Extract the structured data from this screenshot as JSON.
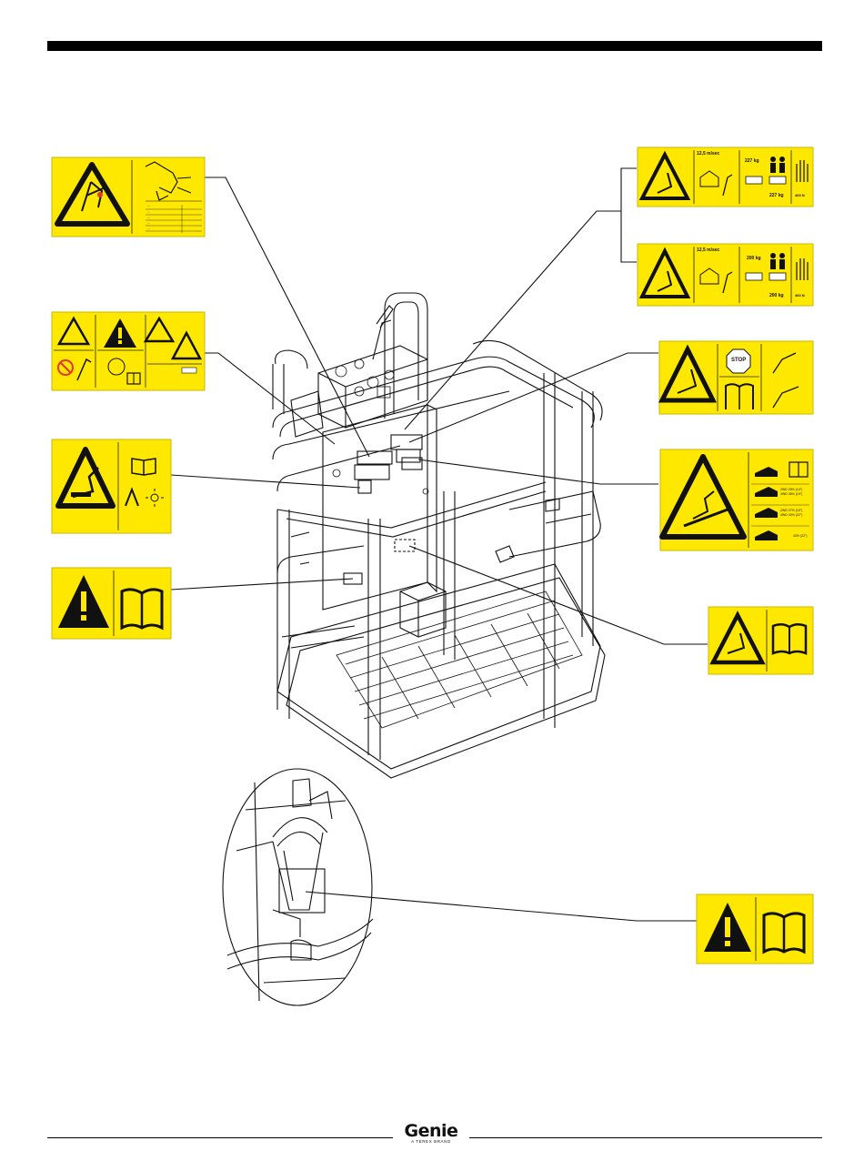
{
  "page": {
    "footer_brand": "Genie",
    "footer_brand_sub": "A TEREX BRAND"
  },
  "decals": {
    "d1": {
      "rows": [
        "—",
        "—",
        "—",
        "—",
        "—"
      ]
    },
    "d4_top": {
      "speed": "12,5 m/sec",
      "load_top": "227 kg",
      "load_bottom": "227 kg",
      "hand": "400 N"
    },
    "d4_bottom": {
      "speed": "12,5 m/sec",
      "load_top": "200 kg",
      "load_bottom": "200 kg",
      "hand": "400 N"
    },
    "d5": {
      "stop": "STOP"
    },
    "d6": {
      "rows": [
        "2WD 25% (14°)",
        "4WD 35% (19°)",
        "2WD 27% (15°)",
        "4WD 40% (22°)",
        "40% (22°)"
      ]
    }
  },
  "colors": {
    "decal_yellow": "#ffe800",
    "ink": "#111111"
  }
}
